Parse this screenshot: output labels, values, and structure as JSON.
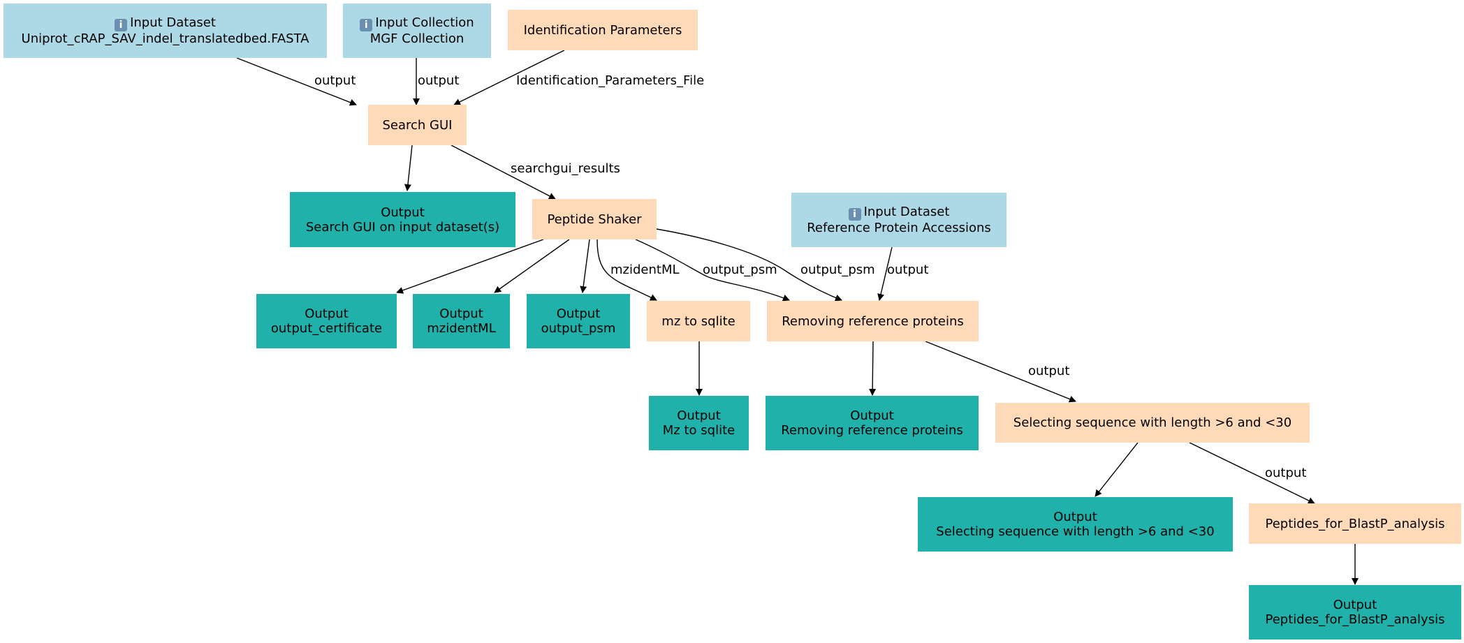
{
  "nodes": {
    "input_fasta": {
      "title": "Input Dataset",
      "subtitle": "Uniprot_cRAP_SAV_indel_translatedbed.FASTA",
      "icon": "info-icon"
    },
    "input_mgf": {
      "title": "Input Collection",
      "subtitle": "MGF Collection",
      "icon": "info-icon"
    },
    "id_params": {
      "title": "Identification Parameters"
    },
    "search_gui": {
      "title": "Search GUI"
    },
    "out_search_gui": {
      "title": "Output",
      "subtitle": "Search GUI on input dataset(s)"
    },
    "peptide_shaker": {
      "title": "Peptide Shaker"
    },
    "input_ref": {
      "title": "Input Dataset",
      "subtitle": "Reference Protein Accessions",
      "icon": "info-icon"
    },
    "out_certificate": {
      "title": "Output",
      "subtitle": "output_certificate"
    },
    "out_mzident": {
      "title": "Output",
      "subtitle": "mzidentML"
    },
    "out_psm": {
      "title": "Output",
      "subtitle": "output_psm"
    },
    "mz_sqlite": {
      "title": "mz to sqlite"
    },
    "removing_ref": {
      "title": "Removing reference proteins"
    },
    "out_mz_sqlite": {
      "title": "Output",
      "subtitle": "Mz to sqlite"
    },
    "out_removing": {
      "title": "Output",
      "subtitle": "Removing reference proteins"
    },
    "selecting": {
      "title": "Selecting sequence with length >6 and <30"
    },
    "out_selecting": {
      "title": "Output",
      "subtitle": "Selecting sequence with length >6 and <30"
    },
    "peptides_blast": {
      "title": "Peptides_for_BlastP_analysis"
    },
    "out_peptides": {
      "title": "Output",
      "subtitle": "Peptides_for_BlastP_analysis"
    }
  },
  "edge_labels": {
    "fasta_to_search": "output",
    "mgf_to_search": "output",
    "params_to_search": "Identification_Parameters_File",
    "search_to_shaker": "searchgui_results",
    "shaker_to_mz": "mzidentML",
    "shaker_to_remove_1": "output_psm",
    "shaker_to_remove_2": "output_psm",
    "ref_to_remove": "output",
    "remove_to_select": "output",
    "select_to_peptides": "output"
  },
  "colors": {
    "input": "#add8e6",
    "tool": "#ffdab9",
    "output": "#20b2aa"
  }
}
